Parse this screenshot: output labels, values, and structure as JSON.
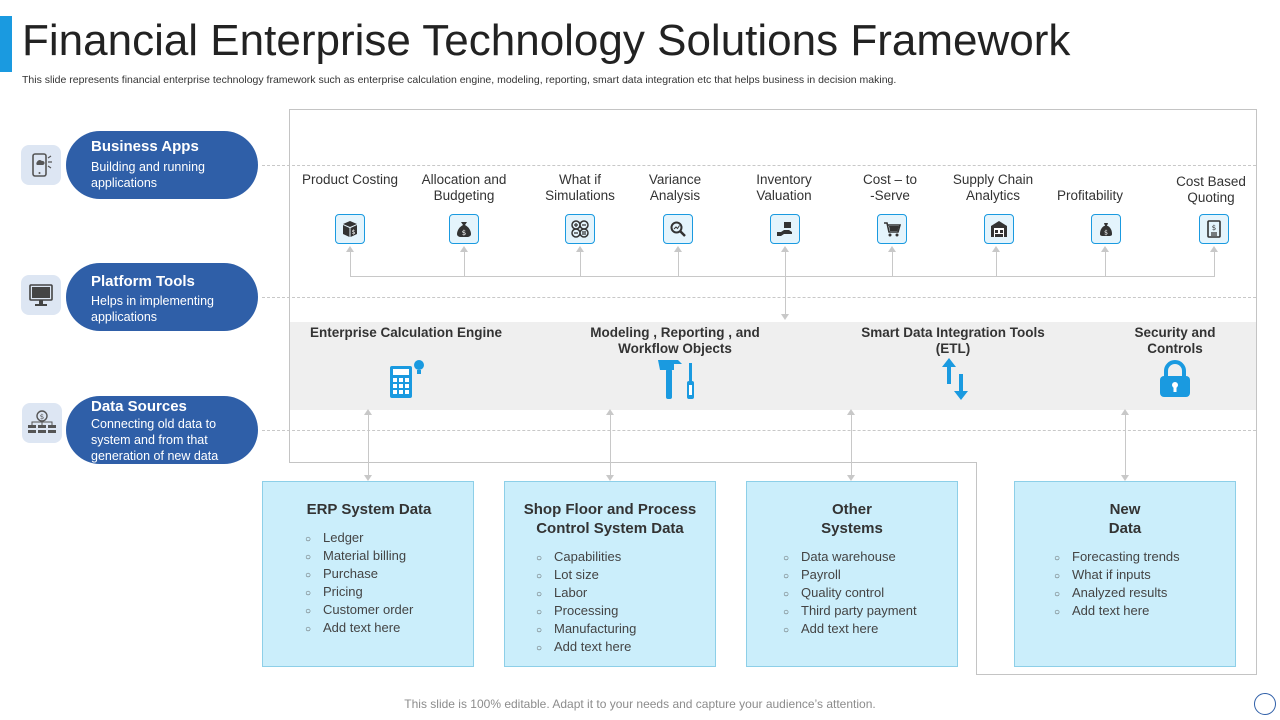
{
  "header": {
    "title": "Financial Enterprise Technology Solutions Framework",
    "subtitle": "This slide represents financial enterprise technology framework such as enterprise calculation engine, modeling,  reporting, smart data integration etc that helps business in decision making."
  },
  "layers": [
    {
      "title": "Business Apps",
      "desc": "Building and running applications",
      "icon": "mobile-app-icon"
    },
    {
      "title": "Platform Tools",
      "desc": "Helps in implementing applications",
      "icon": "monitor-icon"
    },
    {
      "title": "Data Sources",
      "desc": "Connecting old data to system and from that generation of new data",
      "icon": "database-icon"
    }
  ],
  "apps": [
    {
      "label": "Product Costing",
      "icon": "product-box-icon"
    },
    {
      "label": "Allocation and Budgeting",
      "icon": "money-bag-icon"
    },
    {
      "label": "What if Simulations",
      "icon": "calculator-symbols-icon"
    },
    {
      "label": "Variance Analysis",
      "icon": "magnifier-icon"
    },
    {
      "label": "Inventory Valuation",
      "icon": "hand-box-icon"
    },
    {
      "label": "Cost – to -Serve",
      "icon": "shopping-cart-icon"
    },
    {
      "label": "Supply Chain Analytics",
      "icon": "warehouse-icon"
    },
    {
      "label": "Profitability",
      "icon": "profit-bag-icon"
    },
    {
      "label": "Cost Based Quoting",
      "icon": "quote-document-icon"
    }
  ],
  "tools": [
    {
      "label": "Enterprise Calculation Engine",
      "icon": "calculator-bulb-icon"
    },
    {
      "label": "Modeling , Reporting , and Workflow Objects",
      "icon": "hammer-screwdriver-icon"
    },
    {
      "label": "Smart Data Integration Tools (ETL)",
      "icon": "up-down-arrows-icon"
    },
    {
      "label": "Security and Controls",
      "icon": "padlock-icon"
    }
  ],
  "sources": [
    {
      "title": "ERP System Data",
      "items": [
        "Ledger",
        "Material billing",
        "Purchase",
        "Pricing",
        "Customer order",
        "Add text here"
      ]
    },
    {
      "title": "Shop Floor and Process Control System Data",
      "items": [
        "Capabilities",
        "Lot size",
        "Labor",
        "Processing",
        "Manufacturing",
        "Add text here"
      ]
    },
    {
      "title": "Other Systems",
      "items": [
        "Data warehouse",
        "Payroll",
        "Quality control",
        "Third party payment",
        "Add text here"
      ]
    },
    {
      "title": "New Data",
      "items": [
        "Forecasting trends",
        "What if inputs",
        "Analyzed results",
        "Add text here"
      ]
    }
  ],
  "footer": "This slide is 100% editable. Adapt it to your needs and capture your audience’s attention.",
  "colors": {
    "accent": "#1a9ae0",
    "pill": "#2f5fa8",
    "box": "#cbeefb",
    "band": "#efefef"
  }
}
